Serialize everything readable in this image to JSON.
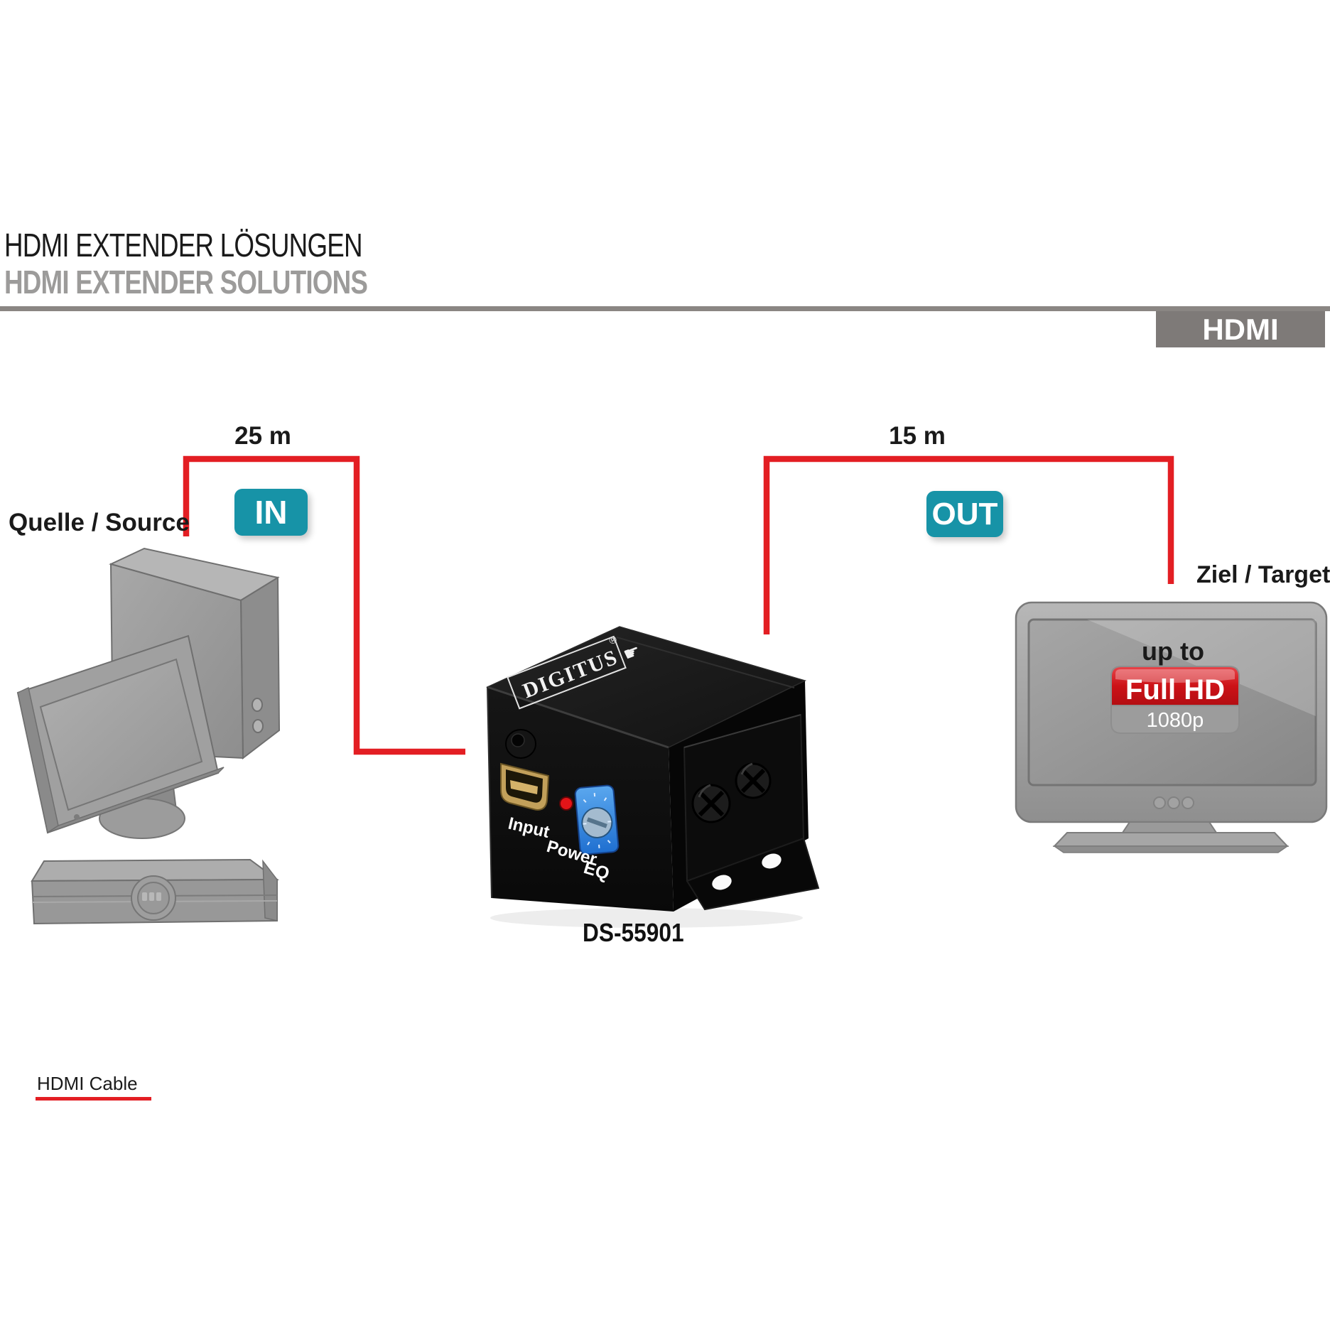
{
  "header": {
    "title_de": "HDMI EXTENDER LÖSUNGEN",
    "title_en": "HDMI EXTENDER SOLUTIONS",
    "category_tag": "HDMI"
  },
  "diagram": {
    "source": {
      "label": "Quelle / Source"
    },
    "target": {
      "label": "Ziel / Target"
    },
    "cable_in": {
      "length_label": "25 m",
      "port_label": "IN"
    },
    "cable_out": {
      "length_label": "15 m",
      "port_label": "OUT"
    },
    "extender": {
      "brand": "DIGITUS",
      "brand_reg": "®",
      "model": "DS-55901",
      "input_label": "Input",
      "power_label": "Power",
      "eq_label": "EQ"
    },
    "tv_screen": {
      "up_to": "up to",
      "badge_title": "Full HD",
      "badge_sub": "1080p"
    }
  },
  "legend": {
    "hdmi_cable_label": "HDMI Cable"
  },
  "colors": {
    "cable_red": "#e31e23",
    "port_badge_teal": "#1793a7",
    "rule_bar_gray": "#8a8683",
    "tag_bg_gray": "#7e7a78",
    "title_gray": "#9c9b9a",
    "fullhd_red": "#cc1217"
  }
}
